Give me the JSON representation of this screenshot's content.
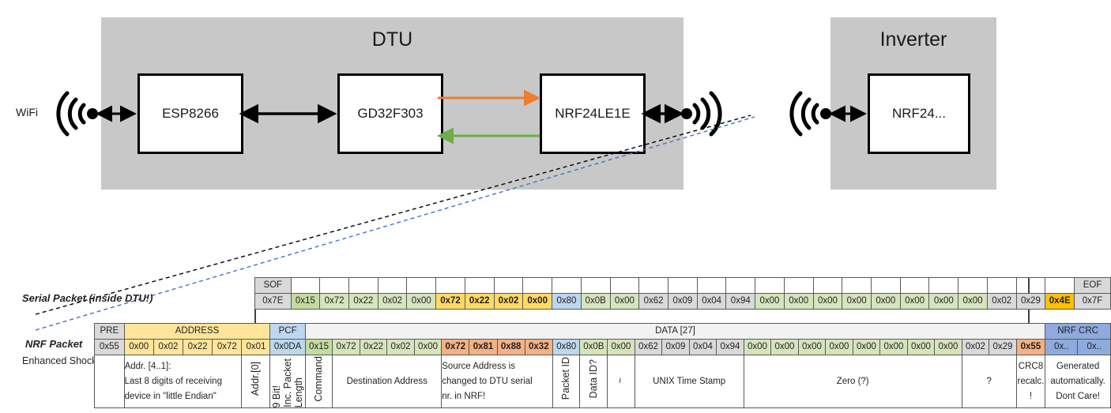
{
  "diagram": {
    "dtu": {
      "title": "DTU",
      "chips": [
        "ESP8266",
        "GD32F303",
        "NRF24LE1E"
      ]
    },
    "inverter": {
      "title": "Inverter",
      "chips": [
        "NRF24..."
      ]
    },
    "wifi_label": "WiFi",
    "icons": {
      "wifi": "wifi-antenna-icon",
      "rf": "rf-antenna-icon"
    },
    "arrows": {
      "tx_color": "#ED7D31",
      "rx_color": "#70AD47",
      "bus_color": "#000000",
      "callout_serial_color": "#000000",
      "callout_nrf_color": "#4472C4"
    }
  },
  "labels": {
    "serial_packet": "Serial Packet (inside DTU!)",
    "nrf_packet": "NRF Packet",
    "nrf_sub": "Enhanced Shockburst"
  },
  "serial_packet": {
    "headers": {
      "sof": "SOF",
      "eof": "EOF"
    },
    "sof": "0x7E",
    "eof": "0x7F",
    "bytes": [
      {
        "v": "0x15",
        "c": "c-greenhdr",
        "b": false
      },
      {
        "v": "0x72",
        "c": "c-green",
        "b": false
      },
      {
        "v": "0x22",
        "c": "c-green",
        "b": false
      },
      {
        "v": "0x02",
        "c": "c-green",
        "b": false
      },
      {
        "v": "0x00",
        "c": "c-green",
        "b": false
      },
      {
        "v": "0x72",
        "c": "c-yellow",
        "b": true
      },
      {
        "v": "0x22",
        "c": "c-yellow",
        "b": true
      },
      {
        "v": "0x02",
        "c": "c-yellow",
        "b": true
      },
      {
        "v": "0x00",
        "c": "c-yellow",
        "b": true
      },
      {
        "v": "0x80",
        "c": "c-blue",
        "b": false
      },
      {
        "v": "0x0B",
        "c": "c-green",
        "b": false
      },
      {
        "v": "0x00",
        "c": "c-green",
        "b": false
      },
      {
        "v": "0x62",
        "c": "c-gray",
        "b": false
      },
      {
        "v": "0x09",
        "c": "c-gray",
        "b": false
      },
      {
        "v": "0x04",
        "c": "c-gray",
        "b": false
      },
      {
        "v": "0x94",
        "c": "c-gray",
        "b": false
      },
      {
        "v": "0x00",
        "c": "c-green",
        "b": false
      },
      {
        "v": "0x00",
        "c": "c-green",
        "b": false
      },
      {
        "v": "0x00",
        "c": "c-green",
        "b": false
      },
      {
        "v": "0x00",
        "c": "c-green",
        "b": false
      },
      {
        "v": "0x00",
        "c": "c-green",
        "b": false
      },
      {
        "v": "0x00",
        "c": "c-green",
        "b": false
      },
      {
        "v": "0x00",
        "c": "c-green",
        "b": false
      },
      {
        "v": "0x00",
        "c": "c-green",
        "b": false
      },
      {
        "v": "0x02",
        "c": "c-gray",
        "b": false
      },
      {
        "v": "0x29",
        "c": "c-gray",
        "b": false
      },
      {
        "v": "0x4E",
        "c": "c-orange",
        "b": true
      }
    ]
  },
  "nrf_packet": {
    "headers": {
      "pre": "PRE",
      "address": "ADDRESS",
      "pcf": "PCF",
      "data": "DATA [27]",
      "crc": "NRF CRC"
    },
    "pre": "0x55",
    "address": [
      "0x00",
      "0x02",
      "0x22",
      "0x72",
      "0x01"
    ],
    "pcf": "0x0DA",
    "crc": [
      "0x..",
      "0x.."
    ],
    "bytes": [
      {
        "v": "0x15",
        "c": "c-greenhdr",
        "b": false
      },
      {
        "v": "0x72",
        "c": "c-green",
        "b": false
      },
      {
        "v": "0x22",
        "c": "c-green",
        "b": false
      },
      {
        "v": "0x02",
        "c": "c-green",
        "b": false
      },
      {
        "v": "0x00",
        "c": "c-green",
        "b": false
      },
      {
        "v": "0x72",
        "c": "c-salmondk",
        "b": true
      },
      {
        "v": "0x81",
        "c": "c-salmondk",
        "b": true
      },
      {
        "v": "0x88",
        "c": "c-salmondk",
        "b": true
      },
      {
        "v": "0x32",
        "c": "c-salmondk",
        "b": true
      },
      {
        "v": "0x80",
        "c": "c-blue",
        "b": false
      },
      {
        "v": "0x0B",
        "c": "c-green",
        "b": false
      },
      {
        "v": "0x00",
        "c": "c-green",
        "b": false
      },
      {
        "v": "0x62",
        "c": "c-gray",
        "b": false
      },
      {
        "v": "0x09",
        "c": "c-gray",
        "b": false
      },
      {
        "v": "0x04",
        "c": "c-gray",
        "b": false
      },
      {
        "v": "0x94",
        "c": "c-gray",
        "b": false
      },
      {
        "v": "0x00",
        "c": "c-green",
        "b": false
      },
      {
        "v": "0x00",
        "c": "c-green",
        "b": false
      },
      {
        "v": "0x00",
        "c": "c-green",
        "b": false
      },
      {
        "v": "0x00",
        "c": "c-green",
        "b": false
      },
      {
        "v": "0x00",
        "c": "c-green",
        "b": false
      },
      {
        "v": "0x00",
        "c": "c-green",
        "b": false
      },
      {
        "v": "0x00",
        "c": "c-green",
        "b": false
      },
      {
        "v": "0x00",
        "c": "c-green",
        "b": false
      },
      {
        "v": "0x02",
        "c": "c-gray",
        "b": false
      },
      {
        "v": "0x29",
        "c": "c-gray",
        "b": false
      },
      {
        "v": "0x55",
        "c": "c-salmondk",
        "b": true
      }
    ],
    "annotations": {
      "address": "Addr. [4..1]:\nLast 8 digits of receiving\ndevice in \"little Endian\"",
      "address_line1": "Addr. [4..1]:",
      "address_line2": "Last 8 digits of receiving",
      "address_line3": "device in \"little Endian\"",
      "addr0": "Addr.[0]",
      "pcf_1": "9 Bit!",
      "pcf_2": "Inc. Packet",
      "pcf_3": "Length",
      "command": "Command",
      "dest_address": "Destination Address",
      "source_address_l1": "Source Address is",
      "source_address_l2": "changed to DTU serial",
      "source_address_l3": "nr. in NRF!",
      "packet_id": "Packet ID",
      "data_id": "Data ID?",
      "tilde": "~",
      "unix": "UNIX Time Stamp",
      "zero": "Zero (?)",
      "question": "?",
      "crc8_l1": "CRC8",
      "crc8_l2": "recalc.",
      "crc8_l3": "!",
      "gen_l1": "Generated",
      "gen_l2": "automatically.",
      "gen_l3": "Dont Care!"
    }
  }
}
